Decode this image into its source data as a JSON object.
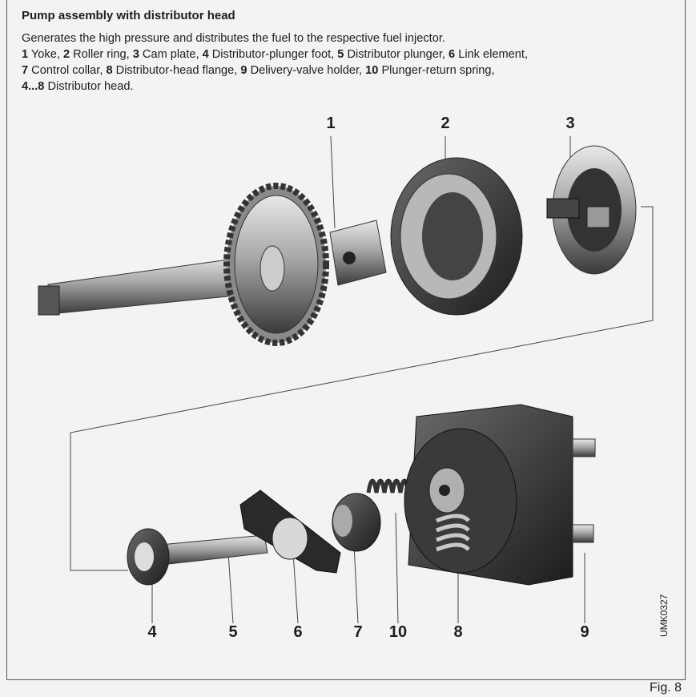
{
  "title": "Pump assembly with distributor head",
  "caption": {
    "line1": "Generates the high pressure and distributes the fuel to the respective fuel injector.",
    "items": [
      {
        "num": "1",
        "text": " Yoke, "
      },
      {
        "num": "2",
        "text": " Roller ring, "
      },
      {
        "num": "3",
        "text": " Cam plate, "
      },
      {
        "num": "4",
        "text": " Distributor-plunger foot, "
      },
      {
        "num": "5",
        "text": " Distributor plunger, "
      },
      {
        "num": "6",
        "text": " Link element,"
      },
      {
        "num": "7",
        "text": " Control collar, "
      },
      {
        "num": "8",
        "text": " Distributor-head flange, "
      },
      {
        "num": "9",
        "text": " Delivery-valve holder, "
      },
      {
        "num": "10",
        "text": " Plunger-return spring,"
      },
      {
        "num": "4...8",
        "text": " Distributor head."
      }
    ]
  },
  "labels": {
    "l1": "1",
    "l2": "2",
    "l3": "3",
    "l4": "4",
    "l5": "5",
    "l6": "6",
    "l7": "7",
    "l10": "10",
    "l8": "8",
    "l9": "9"
  },
  "image_code": "UMK0327",
  "figure_label": "Fig. 8"
}
